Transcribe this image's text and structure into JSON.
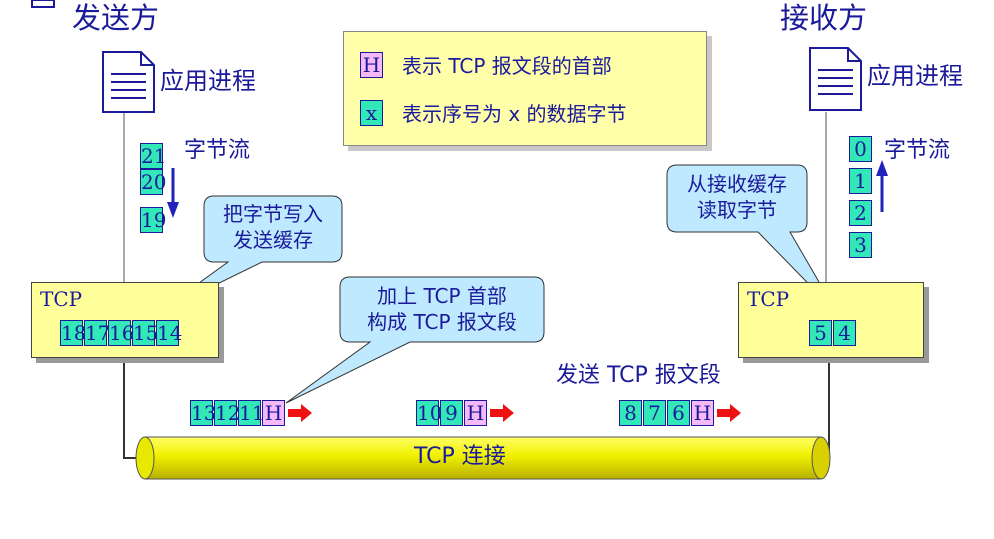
{
  "sender": {
    "title": "发送方",
    "app": "应用进程",
    "stream_label": "字节流",
    "stream_bytes": [
      "21",
      "20",
      "19"
    ],
    "buffer_label": "TCP",
    "buffer_bytes": [
      "18",
      "17",
      "16",
      "15",
      "14"
    ]
  },
  "receiver": {
    "title": "接收方",
    "app": "应用进程",
    "stream_label": "字节流",
    "stream_bytes": [
      "0",
      "1",
      "2",
      "3"
    ],
    "buffer_label": "TCP",
    "buffer_bytes": [
      "5",
      "4"
    ]
  },
  "legend": {
    "h_symbol": "H",
    "h_text": "表示 TCP 报文段的首部",
    "x_symbol": "x",
    "x_text": "表示序号为 x 的数据字节"
  },
  "callouts": {
    "write_buffer": [
      "把字节写入",
      "发送缓存"
    ],
    "add_header": [
      "加上 TCP 首部",
      "构成 TCP 报文段"
    ],
    "read_buffer": [
      "从接收缓存",
      "读取字节"
    ]
  },
  "send_label": "发送 TCP 报文段",
  "segments": [
    {
      "bytes": [
        "13",
        "12",
        "11"
      ],
      "header": "H"
    },
    {
      "bytes": [
        "10",
        "9"
      ],
      "header": "H"
    },
    {
      "bytes": [
        "8",
        "7",
        "6"
      ],
      "header": "H"
    }
  ],
  "connection_label": "TCP 连接",
  "colors": {
    "text": "#1a1a9a",
    "byte_cell": "#33e8b8",
    "header_cell": "#f7b8f7",
    "buffer": "#ffff99",
    "legend_bg": "#ffffaa",
    "callout": "#bfe9ff",
    "arrow": "#ee1111",
    "pipe": "#f2f200"
  }
}
